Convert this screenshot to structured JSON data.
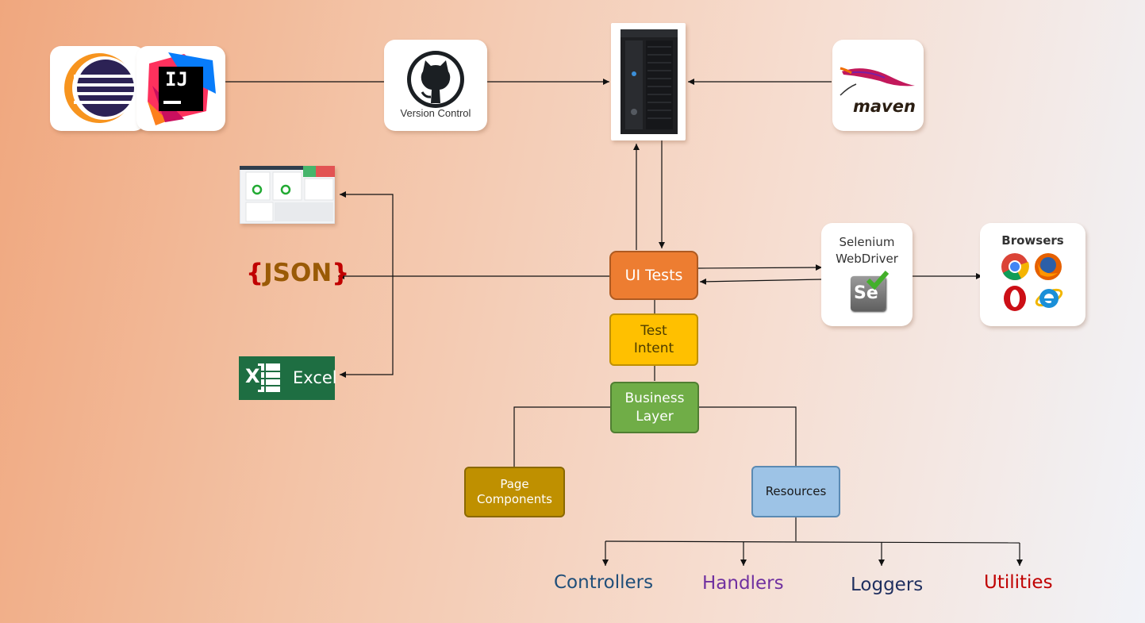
{
  "tools": {
    "version_control_label": "Version Control",
    "maven_label": "maven",
    "intellij_label": "IJ",
    "selenium_line1": "Selenium",
    "selenium_line2": "WebDriver",
    "selenium_badge": "Se",
    "browsers_title": "Browsers",
    "excel_label": "Excel",
    "excel_glyph": "X",
    "json_label": "{JSON}"
  },
  "layers": {
    "ui_tests": "UI Tests",
    "test_intent": "Test Intent",
    "business_layer": "Business Layer",
    "page_components": "Page Components",
    "resources": "Resources"
  },
  "resources_children": {
    "controllers": "Controllers",
    "handlers": "Handlers",
    "loggers": "Loggers",
    "utilities": "Utilities"
  },
  "colors": {
    "ui_tests": "#ed7d31",
    "test_intent": "#ffc000",
    "business_layer": "#70ad47",
    "page_components": "#bf9000",
    "resources": "#9dc3e6",
    "controllers": "#1f4e79",
    "handlers": "#7030a0",
    "loggers": "#1f2f5f",
    "utilities": "#c00000",
    "json": "#c00000"
  }
}
